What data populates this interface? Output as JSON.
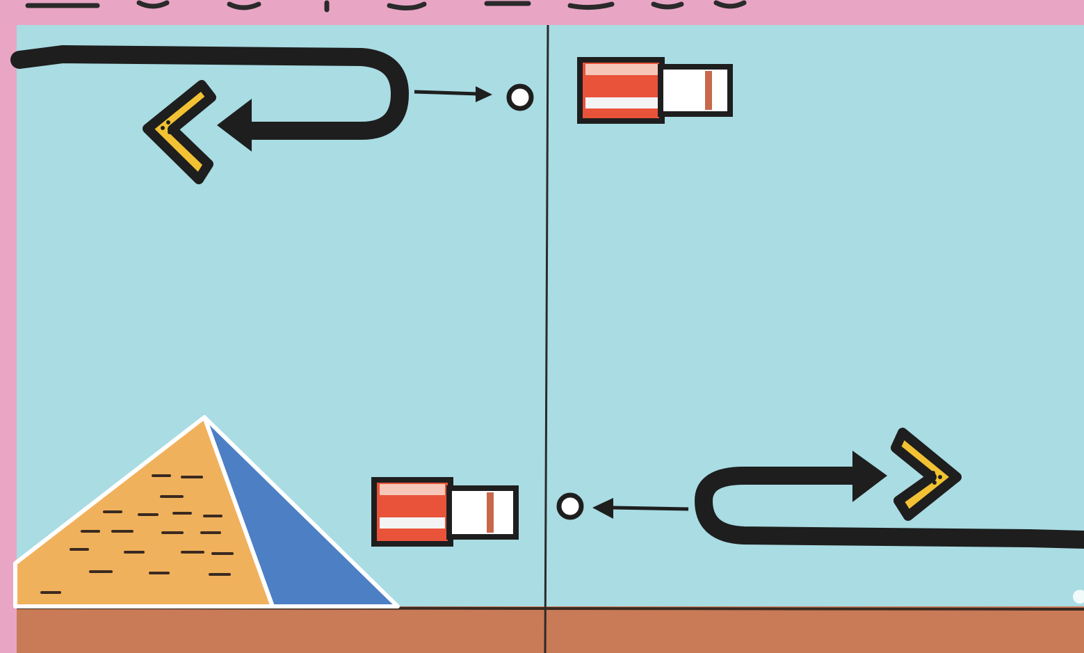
{
  "scene": {
    "kind": "pictogram-strip",
    "panels": [
      {
        "name": "panel-left",
        "items": [
          "boomerang-icon",
          "return-arrow-icon",
          "small-arrow-icon",
          "target-circle-icon",
          "battery-icon",
          "pyramid-icon"
        ]
      },
      {
        "name": "panel-right",
        "items": [
          "battery-icon",
          "target-circle-icon",
          "small-arrow-icon",
          "return-arrow-icon",
          "boomerang-icon"
        ]
      }
    ],
    "colors": {
      "frame": "#e8a6c4",
      "sky": "#a9dce3",
      "ground": "#c97a57",
      "ink": "#1e1e1e",
      "boomerang": "#f2c234",
      "battery_red": "#e8533a",
      "pyramid_sand": "#f0b15c",
      "pyramid_shade": "#4d7fc4"
    }
  }
}
